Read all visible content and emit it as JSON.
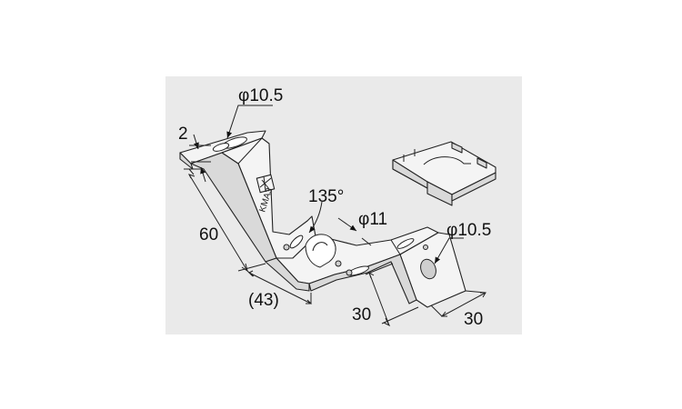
{
  "labels": {
    "hole_diameter_top": "φ10.5",
    "thickness": "2",
    "height": "60",
    "angle": "135°",
    "hole_diameter_middle": "φ11",
    "hole_diameter_right": "φ10.5",
    "base_length": "(43)",
    "flange_height": "30",
    "flange_width": "30",
    "part_marking": "KMA3"
  }
}
